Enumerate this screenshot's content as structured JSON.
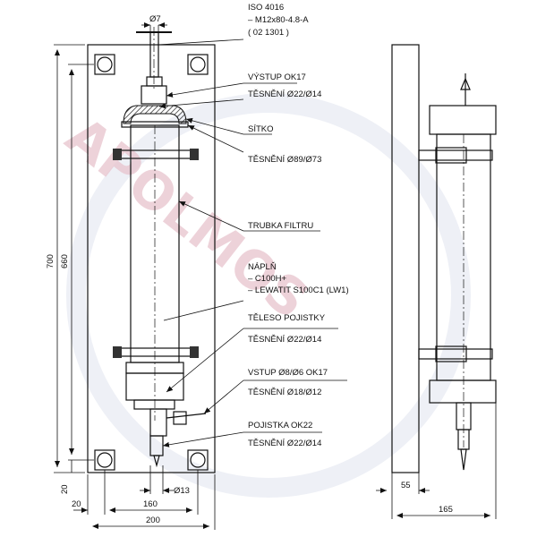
{
  "watermark": {
    "text": "APOLMOS",
    "color": "#e8c3cd"
  },
  "top_label": {
    "line1": "ISO 4016",
    "line2": "– M12x80-4.8-A",
    "line3": "( 02 1301 )"
  },
  "callouts": {
    "vystup": "VÝSTUP OK17",
    "tesneni1": "TĚSNĚNÍ Ø22/Ø14",
    "sitko": "SÍTKO",
    "tesneni2": "TĚSNĚNÍ Ø89/Ø73",
    "trubka": "TRUBKA FILTRU",
    "napln": "NÁPLŇ",
    "napln1": "– C100H+",
    "napln2": "– LEWATIT S100C1 (LW1)",
    "teleso": "TĚLESO POJISTKY",
    "tesneni3": "TĚSNĚNÍ Ø22/Ø14",
    "vstup": "VSTUP Ø8/Ø6 OK17",
    "tesneni4": "TĚSNĚNÍ Ø18/Ø12",
    "pojistka": "POJISTKA OK22",
    "tesneni5": "TĚSNĚNÍ Ø22/Ø14"
  },
  "dimensions": {
    "d_top": "Ø7",
    "h_total": "700",
    "h_inner": "660",
    "h_bottom": "20",
    "w_left": "20",
    "w_inner": "160",
    "w_total": "200",
    "d_bottom": "Ø13",
    "side_w1": "55",
    "side_w2": "165"
  }
}
